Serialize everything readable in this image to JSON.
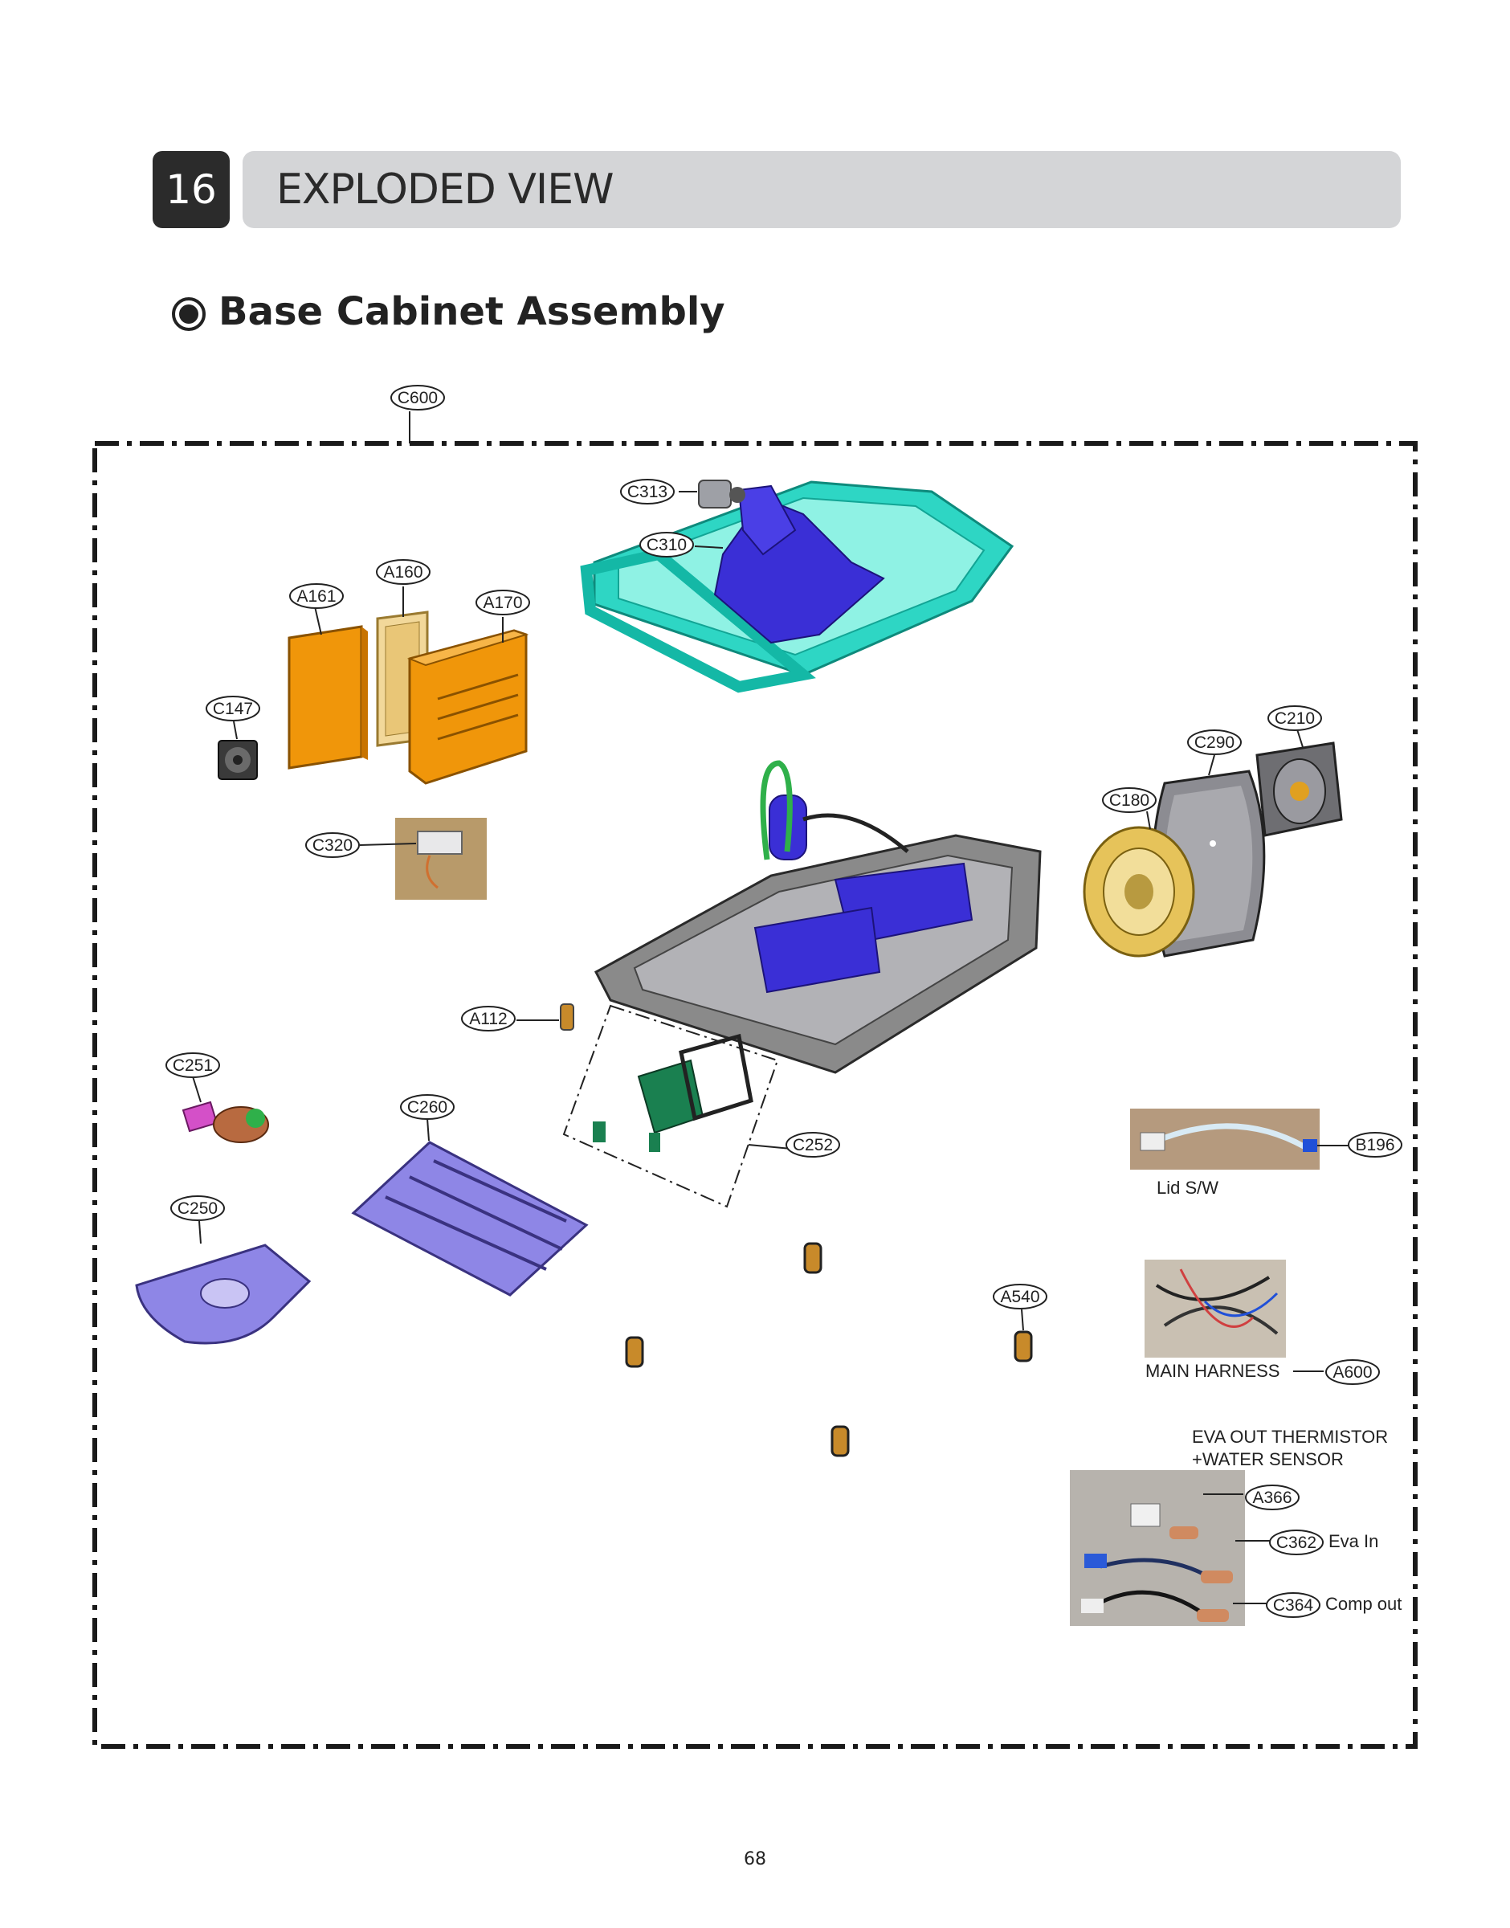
{
  "header": {
    "section_number": "16",
    "section_title": "EXPLODED VIEW",
    "subtitle": "Base Cabinet Assembly"
  },
  "callouts": {
    "c600": "C600",
    "c313": "C313",
    "c310": "C310",
    "a160": "A160",
    "a161": "A161",
    "a170": "A170",
    "c147": "C147",
    "c320": "C320",
    "c210": "C210",
    "c290": "C290",
    "c180": "C180",
    "a112": "A112",
    "c251": "C251",
    "c260": "C260",
    "c252": "C252",
    "b196": "B196",
    "c250": "C250",
    "a540": "A540",
    "a600": "A600",
    "a366": "A366",
    "c362": "C362",
    "c364": "C364"
  },
  "notes": {
    "lid_sw": "Lid S/W",
    "main_harness": "MAIN HARNESS",
    "eva_out_line1": "EVA OUT  THERMISTOR",
    "eva_out_line2": "+WATER SENSOR",
    "eva_in": "Eva In",
    "comp_out": "Comp out"
  },
  "page_number": "68",
  "colors": {
    "orange_parts": "#f0960a",
    "teal_frame": "#2ed6c4",
    "blue_parts": "#3a2fd6",
    "lavender_parts": "#8e86e6",
    "fan_gold": "#e6c35a",
    "grey_base": "#8a8a8a"
  }
}
